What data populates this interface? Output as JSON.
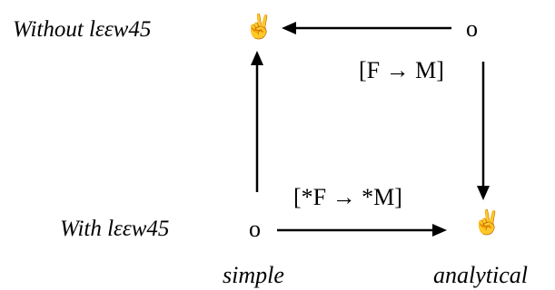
{
  "diagram": {
    "row_labels": {
      "top": "Without lεεw45",
      "bottom": "With lεεw45"
    },
    "nodes": {
      "top_left": "✌",
      "top_right": "o",
      "bottom_left": "o",
      "bottom_right": "✌"
    },
    "arrow_labels": {
      "right": "[F → M]",
      "bottom": "[*F → *M]"
    },
    "column_labels": {
      "left": "simple",
      "right": "analytical"
    }
  }
}
